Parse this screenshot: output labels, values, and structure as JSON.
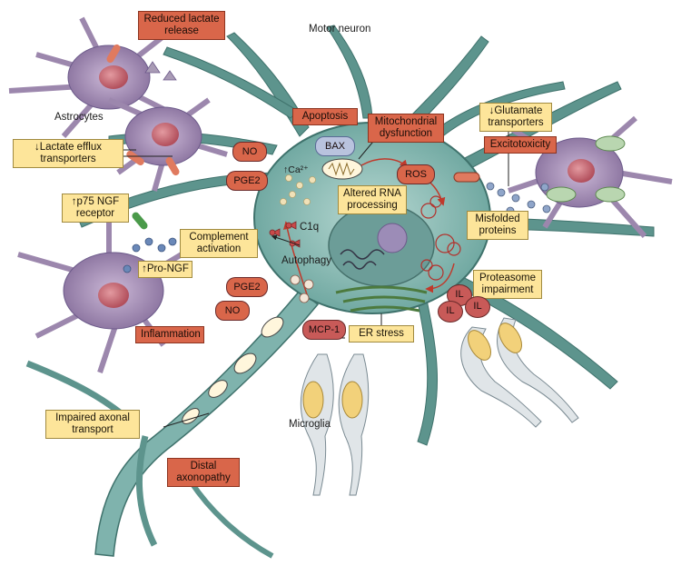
{
  "labels": {
    "reduced_lactate": "Reduced lactate release",
    "motor_neuron": "Motor neuron",
    "astrocytes": "Astrocytes",
    "apoptosis": "Apoptosis",
    "mito_dysfunction": "Mitochondrial dysfunction",
    "glutamate": "↓Glutamate transporters",
    "lactate_efflux": "↓Lactate efflux transporters",
    "bax": "BAX",
    "excitotoxicity": "Excitotoxicity",
    "no_top": "NO",
    "ca": "↑Ca²⁺",
    "ros": "ROS",
    "pge2_top": "PGE2",
    "altered_rna": "Altered RNA processing",
    "p75": "↑p75 NGF receptor",
    "misfolded": "Misfolded proteins",
    "c1q": "C1q",
    "complement": "Complement activation",
    "pro_ngf": "↑Pro-NGF",
    "autophagy": "Autophagy",
    "proteasome": "Proteasome impairment",
    "pge2_mid": "PGE2",
    "il_1": "IL",
    "il_2": "IL",
    "il_3": "IL",
    "no_mid": "NO",
    "inflammation": "Inflammation",
    "mcp1": "MCP-1",
    "er_stress": "ER stress",
    "impaired_axonal": "Impaired axonal transport",
    "microglia": "Microglia",
    "distal_axonopathy": "Distal axonopathy"
  },
  "colors": {
    "neuron": "#4f8b85",
    "neuron_fill": "#9fc9c3",
    "astrocyte": "#9c87ad",
    "astro_nucleus": "#c0606a",
    "microglia": "#d7dde0",
    "red_box": "#d9664a",
    "yellow_box": "#fde59a"
  }
}
